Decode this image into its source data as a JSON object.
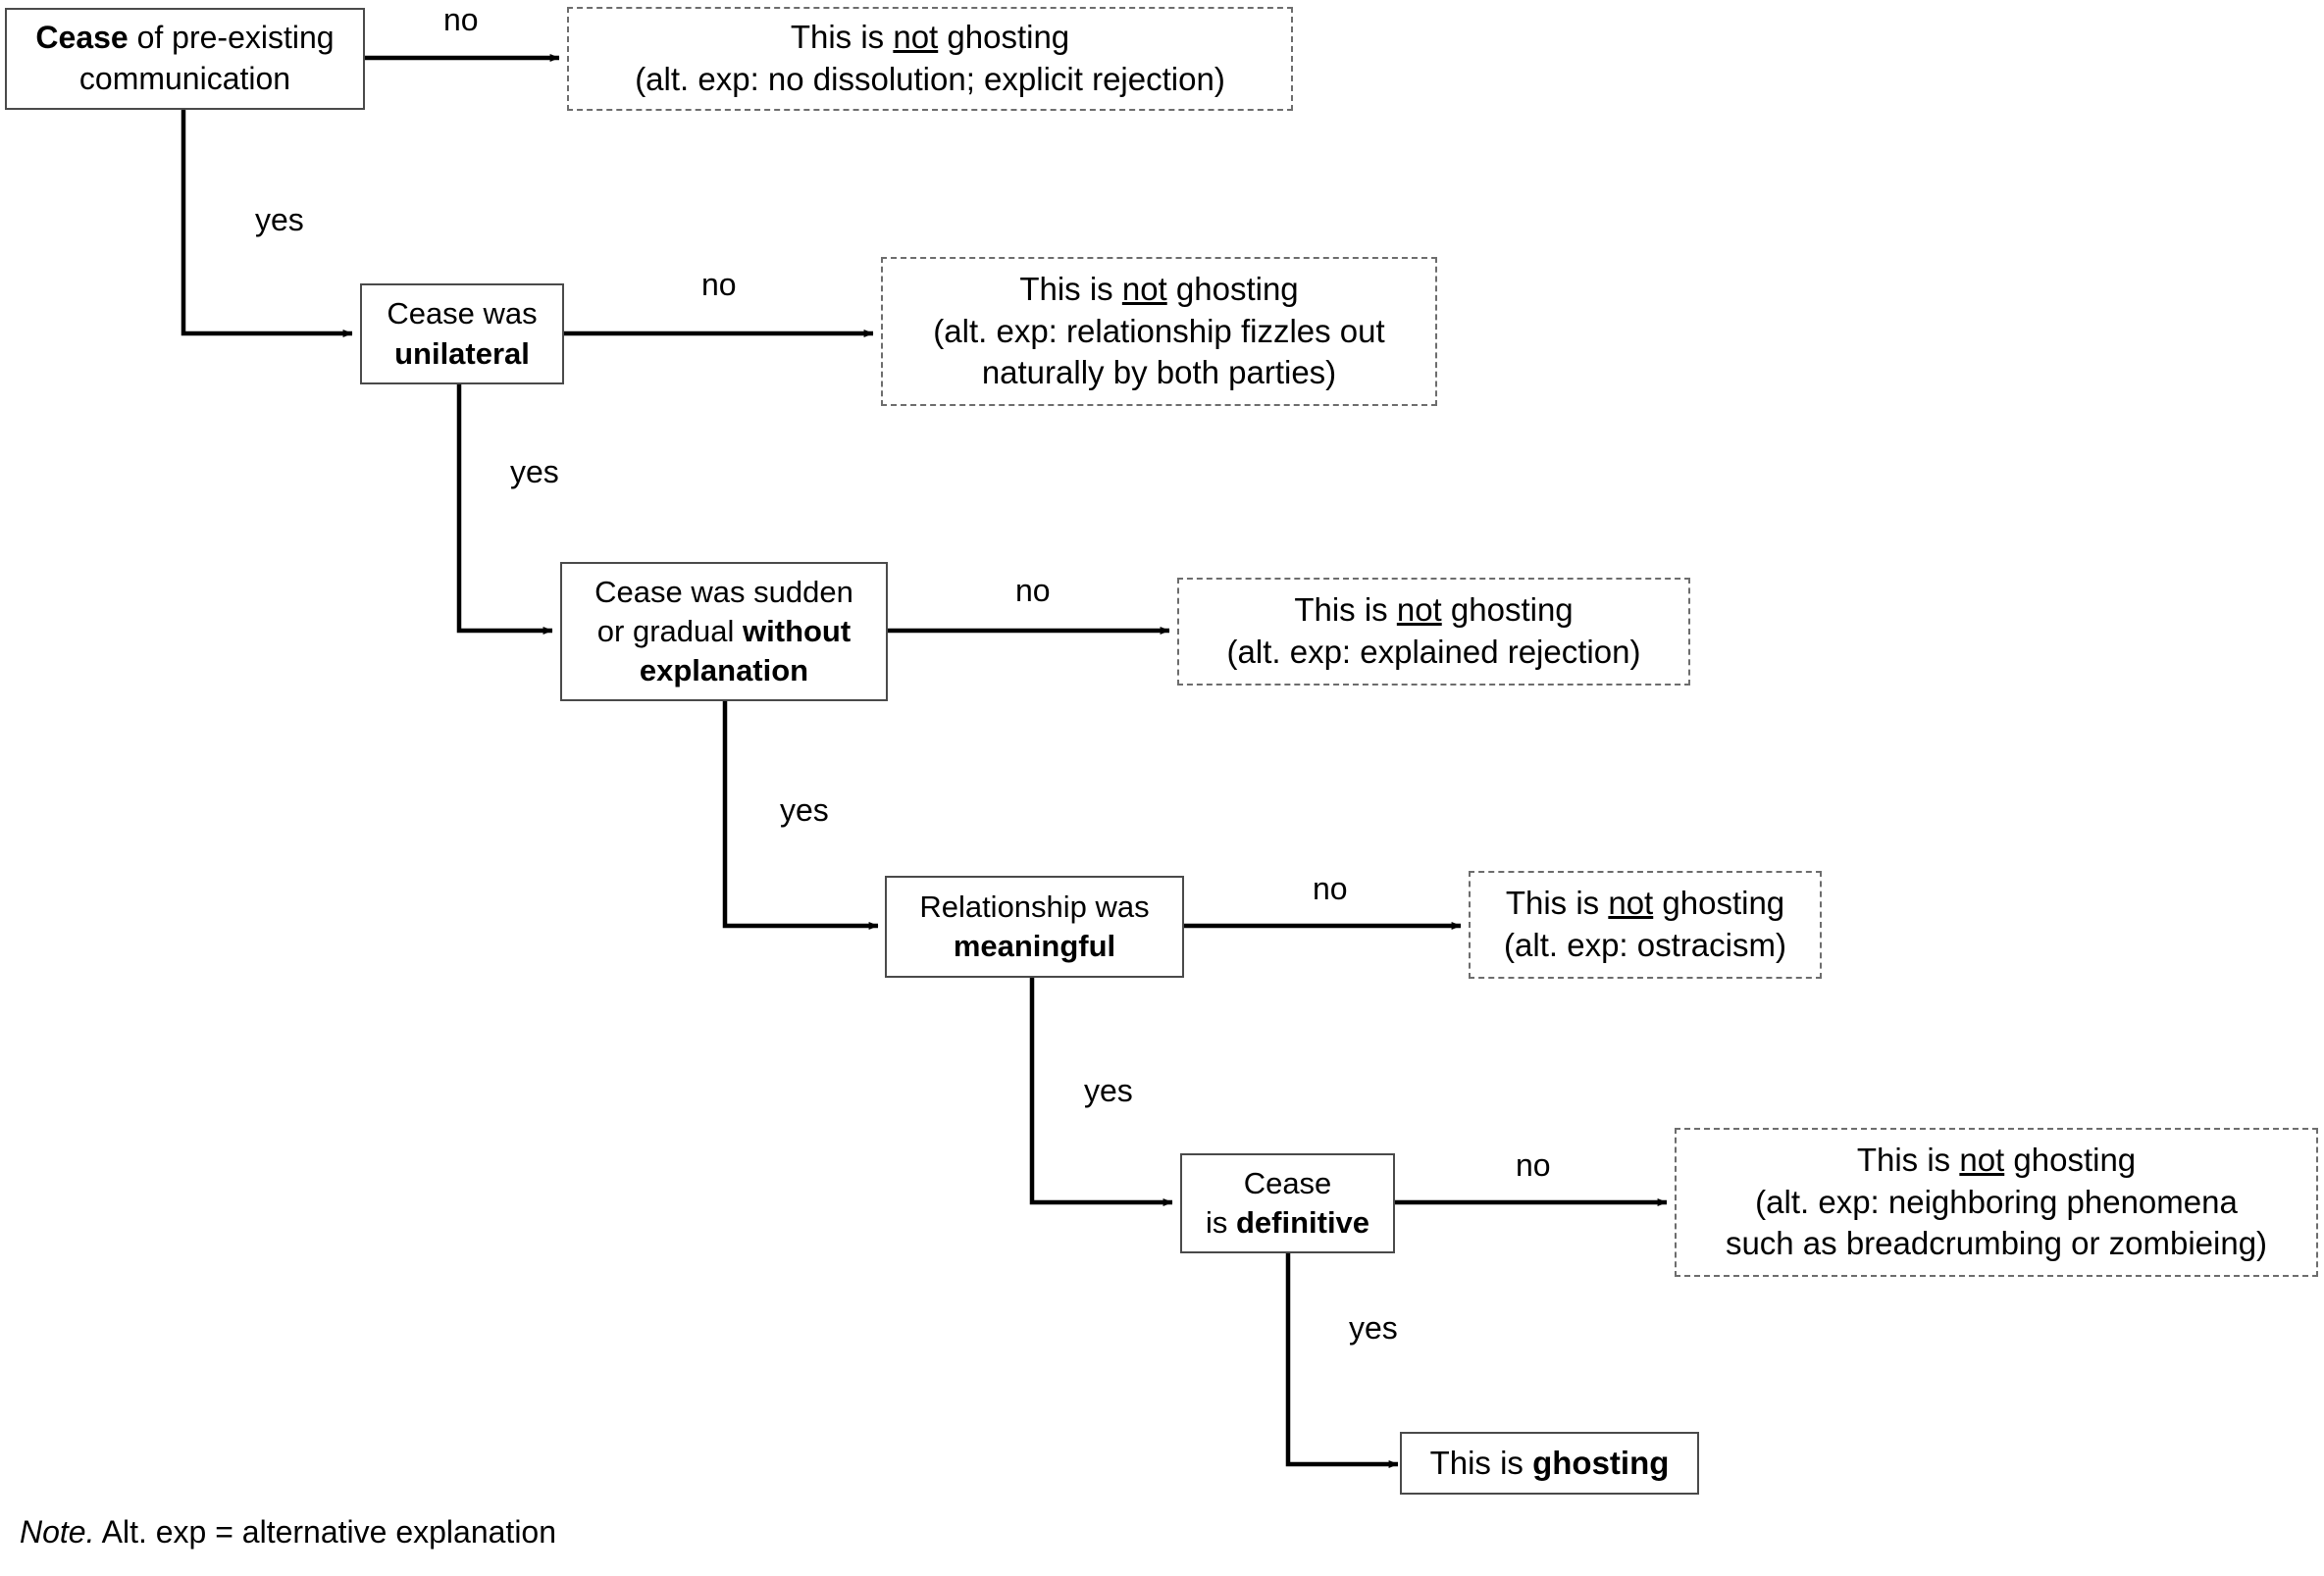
{
  "figure": {
    "type": "decision-flowchart",
    "title_visible": false,
    "note": {
      "prefix": "Note.",
      "text": " Alt. exp = alternative explanation"
    },
    "colors": {
      "background": "#ffffff",
      "text": "#000000",
      "solid_border": "#4a4a4a",
      "dashed_border": "#6d6d6d",
      "connector": "#000000"
    }
  },
  "decision_nodes": [
    {
      "id": "d1",
      "name": "cease-of-pre-existing-communication",
      "lines": [
        [
          {
            "t": "Cease",
            "bold": true
          },
          {
            "t": " of pre-existing",
            "bold": false
          }
        ],
        [
          {
            "t": "communication",
            "bold": false
          }
        ]
      ]
    },
    {
      "id": "d2",
      "name": "cease-was-unilateral",
      "lines": [
        [
          {
            "t": "Cease was",
            "bold": false
          }
        ],
        [
          {
            "t": "unilateral",
            "bold": true
          }
        ]
      ]
    },
    {
      "id": "d3",
      "name": "cease-was-sudden-or-gradual-without-explanation",
      "lines": [
        [
          {
            "t": "Cease was sudden",
            "bold": false
          }
        ],
        [
          {
            "t": "or gradual ",
            "bold": false
          },
          {
            "t": "without",
            "bold": true
          }
        ],
        [
          {
            "t": "explanation",
            "bold": true
          }
        ]
      ]
    },
    {
      "id": "d4",
      "name": "relationship-was-meaningful",
      "lines": [
        [
          {
            "t": "Relationship was",
            "bold": false
          }
        ],
        [
          {
            "t": "meaningful",
            "bold": true
          }
        ]
      ]
    },
    {
      "id": "d5",
      "name": "cease-is-definitive",
      "lines": [
        [
          {
            "t": "Cease",
            "bold": false
          }
        ],
        [
          {
            "t": "is ",
            "bold": false
          },
          {
            "t": "definitive",
            "bold": true
          }
        ]
      ]
    }
  ],
  "outcome_nodes": [
    {
      "id": "o1",
      "name": "not-ghosting-no-dissolution",
      "style": "dashed",
      "lines": [
        [
          {
            "t": "This is ",
            "bold": false
          },
          {
            "t": "not",
            "bold": false,
            "underline": true
          },
          {
            "t": " ghosting",
            "bold": false
          }
        ],
        [
          {
            "t": "(alt. exp: no dissolution; explicit rejection)",
            "bold": false
          }
        ]
      ]
    },
    {
      "id": "o2",
      "name": "not-ghosting-fizzles-out",
      "style": "dashed",
      "lines": [
        [
          {
            "t": "This is ",
            "bold": false
          },
          {
            "t": "not",
            "bold": false,
            "underline": true
          },
          {
            "t": " ghosting",
            "bold": false
          }
        ],
        [
          {
            "t": "(alt. exp: relationship fizzles out",
            "bold": false
          }
        ],
        [
          {
            "t": "naturally by both parties)",
            "bold": false
          }
        ]
      ]
    },
    {
      "id": "o3",
      "name": "not-ghosting-explained-rejection",
      "style": "dashed",
      "lines": [
        [
          {
            "t": "This is ",
            "bold": false
          },
          {
            "t": "not",
            "bold": false,
            "underline": true
          },
          {
            "t": " ghosting",
            "bold": false
          }
        ],
        [
          {
            "t": "(alt. exp: explained rejection)",
            "bold": false
          }
        ]
      ]
    },
    {
      "id": "o4",
      "name": "not-ghosting-ostracism",
      "style": "dashed",
      "lines": [
        [
          {
            "t": "This is ",
            "bold": false
          },
          {
            "t": "not",
            "bold": false,
            "underline": true
          },
          {
            "t": " ghosting",
            "bold": false
          }
        ],
        [
          {
            "t": "(alt. exp: ostracism)",
            "bold": false
          }
        ]
      ]
    },
    {
      "id": "o5",
      "name": "not-ghosting-neighboring-phenomena",
      "style": "dashed",
      "lines": [
        [
          {
            "t": "This is ",
            "bold": false
          },
          {
            "t": "not",
            "bold": false,
            "underline": true
          },
          {
            "t": " ghosting",
            "bold": false
          }
        ],
        [
          {
            "t": "(alt. exp: neighboring phenomena",
            "bold": false
          }
        ],
        [
          {
            "t": "such as breadcrumbing or zombieing)",
            "bold": false
          }
        ]
      ]
    },
    {
      "id": "o6",
      "name": "this-is-ghosting",
      "style": "solid",
      "lines": [
        [
          {
            "t": "This is ",
            "bold": false
          },
          {
            "t": "ghosting",
            "bold": true
          }
        ]
      ]
    }
  ],
  "edge_labels": [
    {
      "id": "e1",
      "name": "edge-label-no-1",
      "text": "no"
    },
    {
      "id": "e2",
      "name": "edge-label-yes-1",
      "text": "yes"
    },
    {
      "id": "e3",
      "name": "edge-label-no-2",
      "text": "no"
    },
    {
      "id": "e4",
      "name": "edge-label-yes-2",
      "text": "yes"
    },
    {
      "id": "e5",
      "name": "edge-label-no-3",
      "text": "no"
    },
    {
      "id": "e6",
      "name": "edge-label-yes-3",
      "text": "yes"
    },
    {
      "id": "e7",
      "name": "edge-label-no-4",
      "text": "no"
    },
    {
      "id": "e8",
      "name": "edge-label-yes-4",
      "text": "yes"
    },
    {
      "id": "e9",
      "name": "edge-label-no-5",
      "text": "no"
    },
    {
      "id": "e10",
      "name": "edge-label-yes-5",
      "text": "yes"
    }
  ]
}
